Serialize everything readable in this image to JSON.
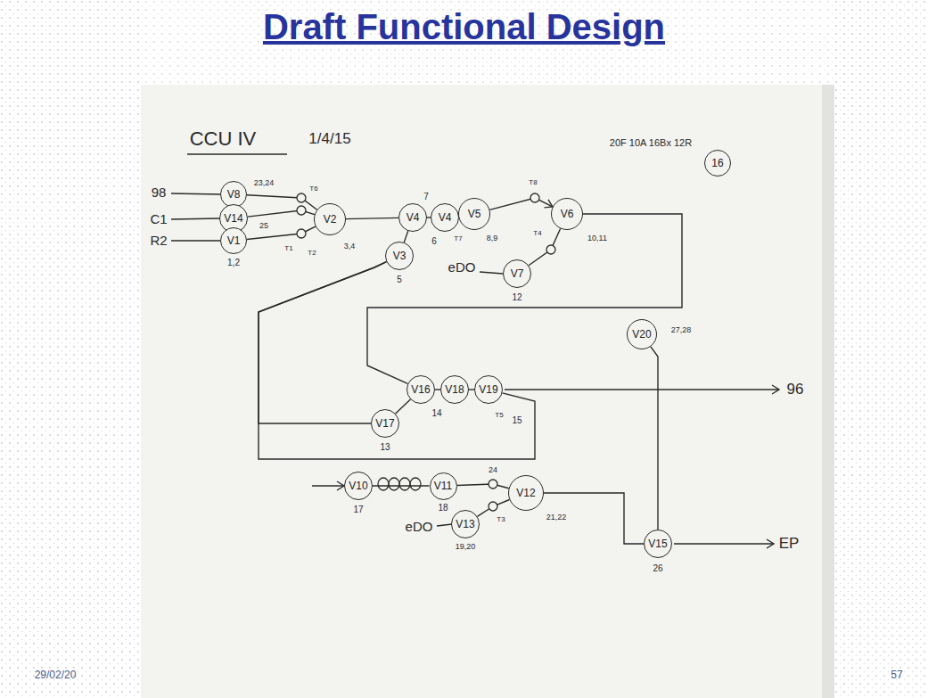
{
  "diagram": {
    "title": "Draft Functional Design",
    "nodes": [
      {
        "text": [
          "V8"
        ]
      },
      {
        "text": [
          "V14"
        ]
      },
      {
        "text": [
          "V1"
        ]
      },
      {
        "text": [
          "V2"
        ]
      },
      {
        "text": [
          "V4"
        ]
      },
      {
        "text": [
          "V4"
        ]
      },
      {
        "text": [
          "V3"
        ]
      },
      {
        "text": [
          "V5"
        ]
      },
      {
        "text": [
          "V6"
        ]
      },
      {
        "text": [
          "V7"
        ]
      },
      {
        "text": [
          "V16"
        ]
      },
      {
        "text": [
          "V18"
        ]
      },
      {
        "text": [
          "V19"
        ]
      },
      {
        "text": [
          "V17"
        ]
      },
      {
        "text": [
          "V20"
        ]
      },
      {
        "text": [
          "V10"
        ]
      },
      {
        "text": [
          "V11"
        ]
      },
      {
        "text": [
          "V12"
        ]
      },
      {
        "text": [
          "V13"
        ]
      },
      {
        "text": [
          "V15"
        ]
      },
      {
        "text": [
          "16"
        ]
      }
    ],
    "edges": [
      {
        "from": 0,
        "to": 3,
        "arrow": "none"
      },
      {
        "from": 1,
        "to": 3,
        "arrow": "none"
      },
      {
        "from": 2,
        "to": 3,
        "arrow": "none"
      },
      {
        "from": 3,
        "to": 4,
        "arrow": "none"
      },
      {
        "from": 6,
        "to": 4,
        "arrow": "none"
      },
      {
        "from": 4,
        "to": 5,
        "arrow": "none"
      },
      {
        "from": 5,
        "to": 7,
        "arrow": "none"
      },
      {
        "from": 7,
        "to": 8,
        "arrow": "to"
      },
      {
        "from": 9,
        "to": 8,
        "arrow": "none"
      },
      {
        "from": 8,
        "to": 10,
        "arrow": "none"
      },
      {
        "from": 10,
        "to": 11,
        "arrow": "none"
      },
      {
        "from": 11,
        "to": 12,
        "arrow": "none"
      },
      {
        "from": 13,
        "to": 10,
        "arrow": "none"
      },
      {
        "from": 12,
        "to": 6,
        "arrow": "none"
      },
      {
        "from": 13,
        "to": 6,
        "arrow": "none"
      },
      {
        "from": 14,
        "to": 19,
        "arrow": "none"
      },
      {
        "from": 17,
        "to": 19,
        "arrow": "none"
      },
      {
        "from": 16,
        "to": 17,
        "arrow": "none"
      },
      {
        "from": 18,
        "to": 17,
        "arrow": "none"
      },
      {
        "from": 15,
        "to": 16,
        "arrow": "none"
      }
    ],
    "labels": [
      "CCU IV",
      "1/4/15",
      "20F 10A 16Bx 12R",
      "98",
      "C1",
      "R2",
      "23,24",
      "25",
      "1,2",
      "T6",
      "T1",
      "T2",
      "3,4",
      "5",
      "7",
      "6",
      "T7",
      "8,9",
      "T8",
      "eDO",
      "T4",
      "10,11",
      "12",
      "14",
      "T5",
      "15",
      "13",
      "96",
      "27,28",
      "17",
      "18",
      "24",
      "T3",
      "21,22",
      "eDO",
      "19,20",
      "26",
      "EP",
      "29/02/20",
      "57"
    ]
  }
}
